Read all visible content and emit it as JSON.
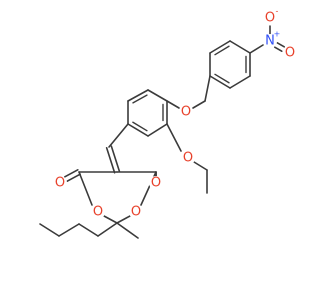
{
  "molecule": {
    "atoms": {
      "o_ether": {
        "label": "O",
        "color": "#e8412b"
      },
      "o_ethoxy": {
        "label": "O",
        "color": "#e8412b"
      },
      "o_ring_left": {
        "label": "O",
        "color": "#e8412b"
      },
      "o_ring_right": {
        "label": "O",
        "color": "#e8412b"
      },
      "o_carbonyl_left": {
        "label": "O",
        "color": "#e8412b"
      },
      "o_carbonyl_right": {
        "label": "O",
        "color": "#e8412b"
      },
      "n_nitro": {
        "label": "N",
        "charge": "+",
        "color": "#3050f8"
      },
      "o_nitro_top": {
        "label": "O",
        "charge": "-",
        "color": "#e8412b"
      },
      "o_nitro_bottom": {
        "label": "O",
        "color": "#e8412b"
      }
    },
    "bond_color": "#3b3b3b"
  }
}
